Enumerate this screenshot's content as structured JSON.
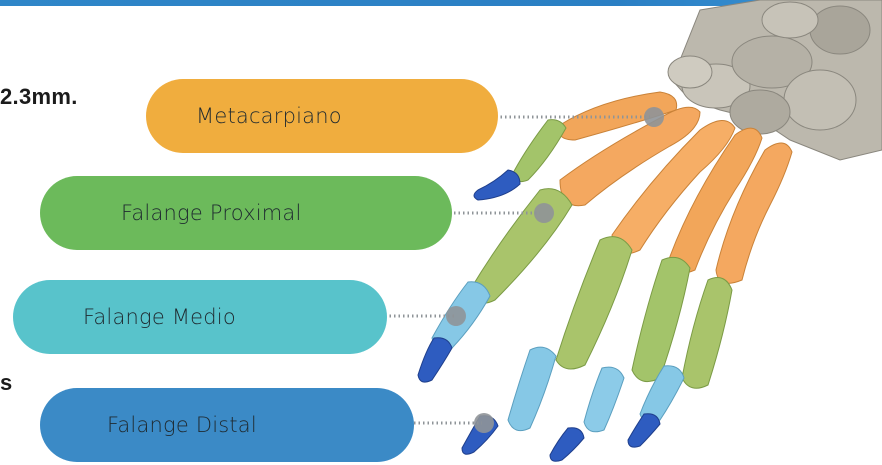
{
  "side_text": {
    "top": "2.3mm.",
    "bottom": "s"
  },
  "labels": {
    "metacarpiano": "Metacarpiano",
    "falange_proximal": "Falange Proximal",
    "falange_medio": "Falange Medio",
    "falange_distal": "Falange Distal"
  },
  "colors": {
    "header_bar": "#2f86c8",
    "metacarpiano": "#f0ad3e",
    "falange_proximal": "#6cba5b",
    "falange_medio": "#58c3cb",
    "falange_distal": "#3b8ac6",
    "leader_dots": "#8f9498",
    "carpal_bones": "#b9b5a9"
  }
}
